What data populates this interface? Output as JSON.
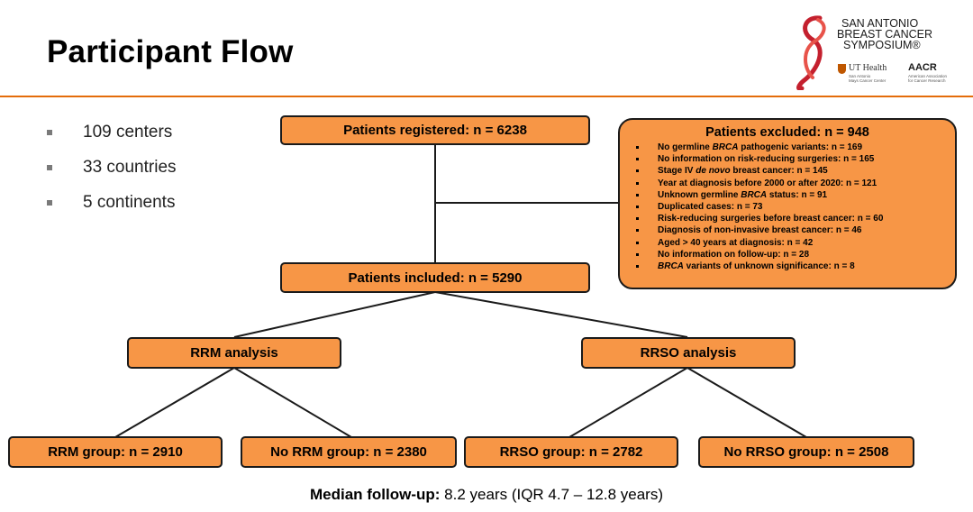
{
  "title": "Participant Flow",
  "logo": {
    "line1": "SAN ANTONIO",
    "line2": "BREAST CANCER",
    "line3": "SYMPOSIUM®",
    "ut": "UT Health",
    "ut_sub1": "San Antonio",
    "ut_sub2": "Mays Cancer Center",
    "aacr": "AACR",
    "aacr_sub1": "American Association",
    "aacr_sub2": "for Cancer Research"
  },
  "stats": [
    "109 centers",
    "33 countries",
    "5 continents"
  ],
  "flow": {
    "registered": "Patients registered: n = 6238",
    "included": "Patients included: n = 5290",
    "rrm_analysis": "RRM analysis",
    "rrso_analysis": "RRSO analysis",
    "rrm_group": "RRM group: n = 2910",
    "no_rrm_group": "No RRM group: n = 2380",
    "rrso_group": "RRSO group: n = 2782",
    "no_rrso_group": "No RRSO group: n = 2508"
  },
  "excluded": {
    "title": "Patients excluded: n = 948",
    "items": [
      {
        "pre": "No germline ",
        "em": "BRCA",
        "post": " pathogenic variants: n = 169"
      },
      {
        "pre": "No information on risk-reducing surgeries: n = 165",
        "em": "",
        "post": ""
      },
      {
        "pre": "Stage IV ",
        "em": "de novo",
        "post": " breast cancer: n = 145"
      },
      {
        "pre": "Year at diagnosis before 2000 or after 2020: n = 121",
        "em": "",
        "post": ""
      },
      {
        "pre": "Unknown germline ",
        "em": "BRCA",
        "post": " status: n = 91"
      },
      {
        "pre": "Duplicated cases: n = 73",
        "em": "",
        "post": ""
      },
      {
        "pre": "Risk-reducing surgeries before breast cancer: n = 60",
        "em": "",
        "post": ""
      },
      {
        "pre": "Diagnosis of non-invasive breast cancer: n = 46",
        "em": "",
        "post": ""
      },
      {
        "pre": "Aged > 40 years at diagnosis: n = 42",
        "em": "",
        "post": ""
      },
      {
        "pre": "No information on follow-up: n = 28",
        "em": "",
        "post": ""
      },
      {
        "pre": "",
        "em": "BRCA",
        "post": " variants of unknown significance: n = 8"
      }
    ]
  },
  "footer": {
    "label": "Median follow-up:",
    "value": " 8.2 years (IQR 4.7 – 12.8 years)"
  },
  "colors": {
    "accent": "#e46c0a",
    "box_fill": "#f79646",
    "box_border": "#1a1a1a"
  }
}
